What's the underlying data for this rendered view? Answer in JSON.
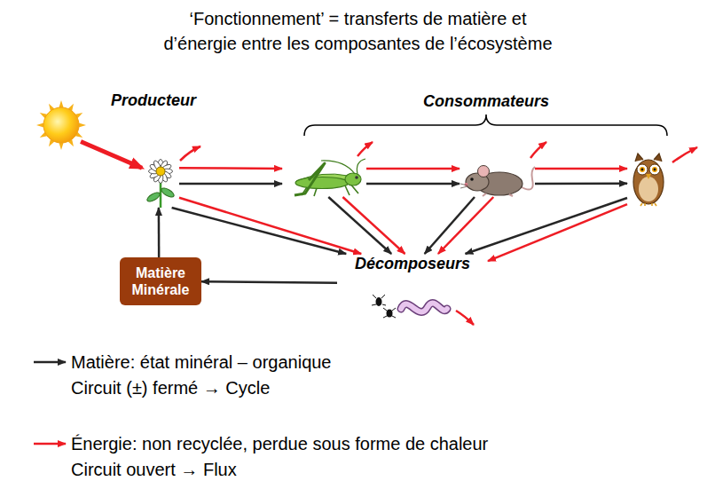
{
  "diagram": {
    "title": "‘Fonctionnement’ = transferts de matière et d’énergie entre les composantes de l’écosystème",
    "nodes": [
      {
        "text": []
      },
      {
        "text": [
          "Producteur"
        ]
      },
      {
        "text": []
      },
      {
        "text": []
      },
      {
        "text": []
      },
      {
        "text": [
          "Décomposeurs"
        ]
      },
      {
        "text": [
          "Matière Minérale"
        ]
      }
    ],
    "edges": [
      {
        "from": 0,
        "to": 1,
        "arrow": "to"
      },
      {
        "from": 1,
        "to": 2,
        "arrow": "to"
      },
      {
        "from": 1,
        "to": 2,
        "arrow": "to"
      },
      {
        "from": 2,
        "to": 3,
        "arrow": "to"
      },
      {
        "from": 2,
        "to": 3,
        "arrow": "to"
      },
      {
        "from": 3,
        "to": 4,
        "arrow": "to"
      },
      {
        "from": 3,
        "to": 4,
        "arrow": "to"
      },
      {
        "from": 1,
        "to": 5,
        "arrow": "to"
      },
      {
        "from": 1,
        "to": 5,
        "arrow": "to"
      },
      {
        "from": 2,
        "to": 5,
        "arrow": "to"
      },
      {
        "from": 2,
        "to": 5,
        "arrow": "to"
      },
      {
        "from": 3,
        "to": 5,
        "arrow": "to"
      },
      {
        "from": 3,
        "to": 5,
        "arrow": "to"
      },
      {
        "from": 4,
        "to": 5,
        "arrow": "to"
      },
      {
        "from": 4,
        "to": 5,
        "arrow": "to"
      },
      {
        "from": 5,
        "to": 6,
        "arrow": "to"
      },
      {
        "from": 6,
        "to": 1,
        "arrow": "to"
      }
    ],
    "labels": [
      "Consommateurs"
    ],
    "legend": [
      {
        "text": "Matière: état minéral – organique Circuit (±) fermé → Cycle"
      },
      {
        "text": "Énergie: non recyclée, perdue sous forme de chaleur Circuit ouvert → Flux"
      }
    ]
  }
}
